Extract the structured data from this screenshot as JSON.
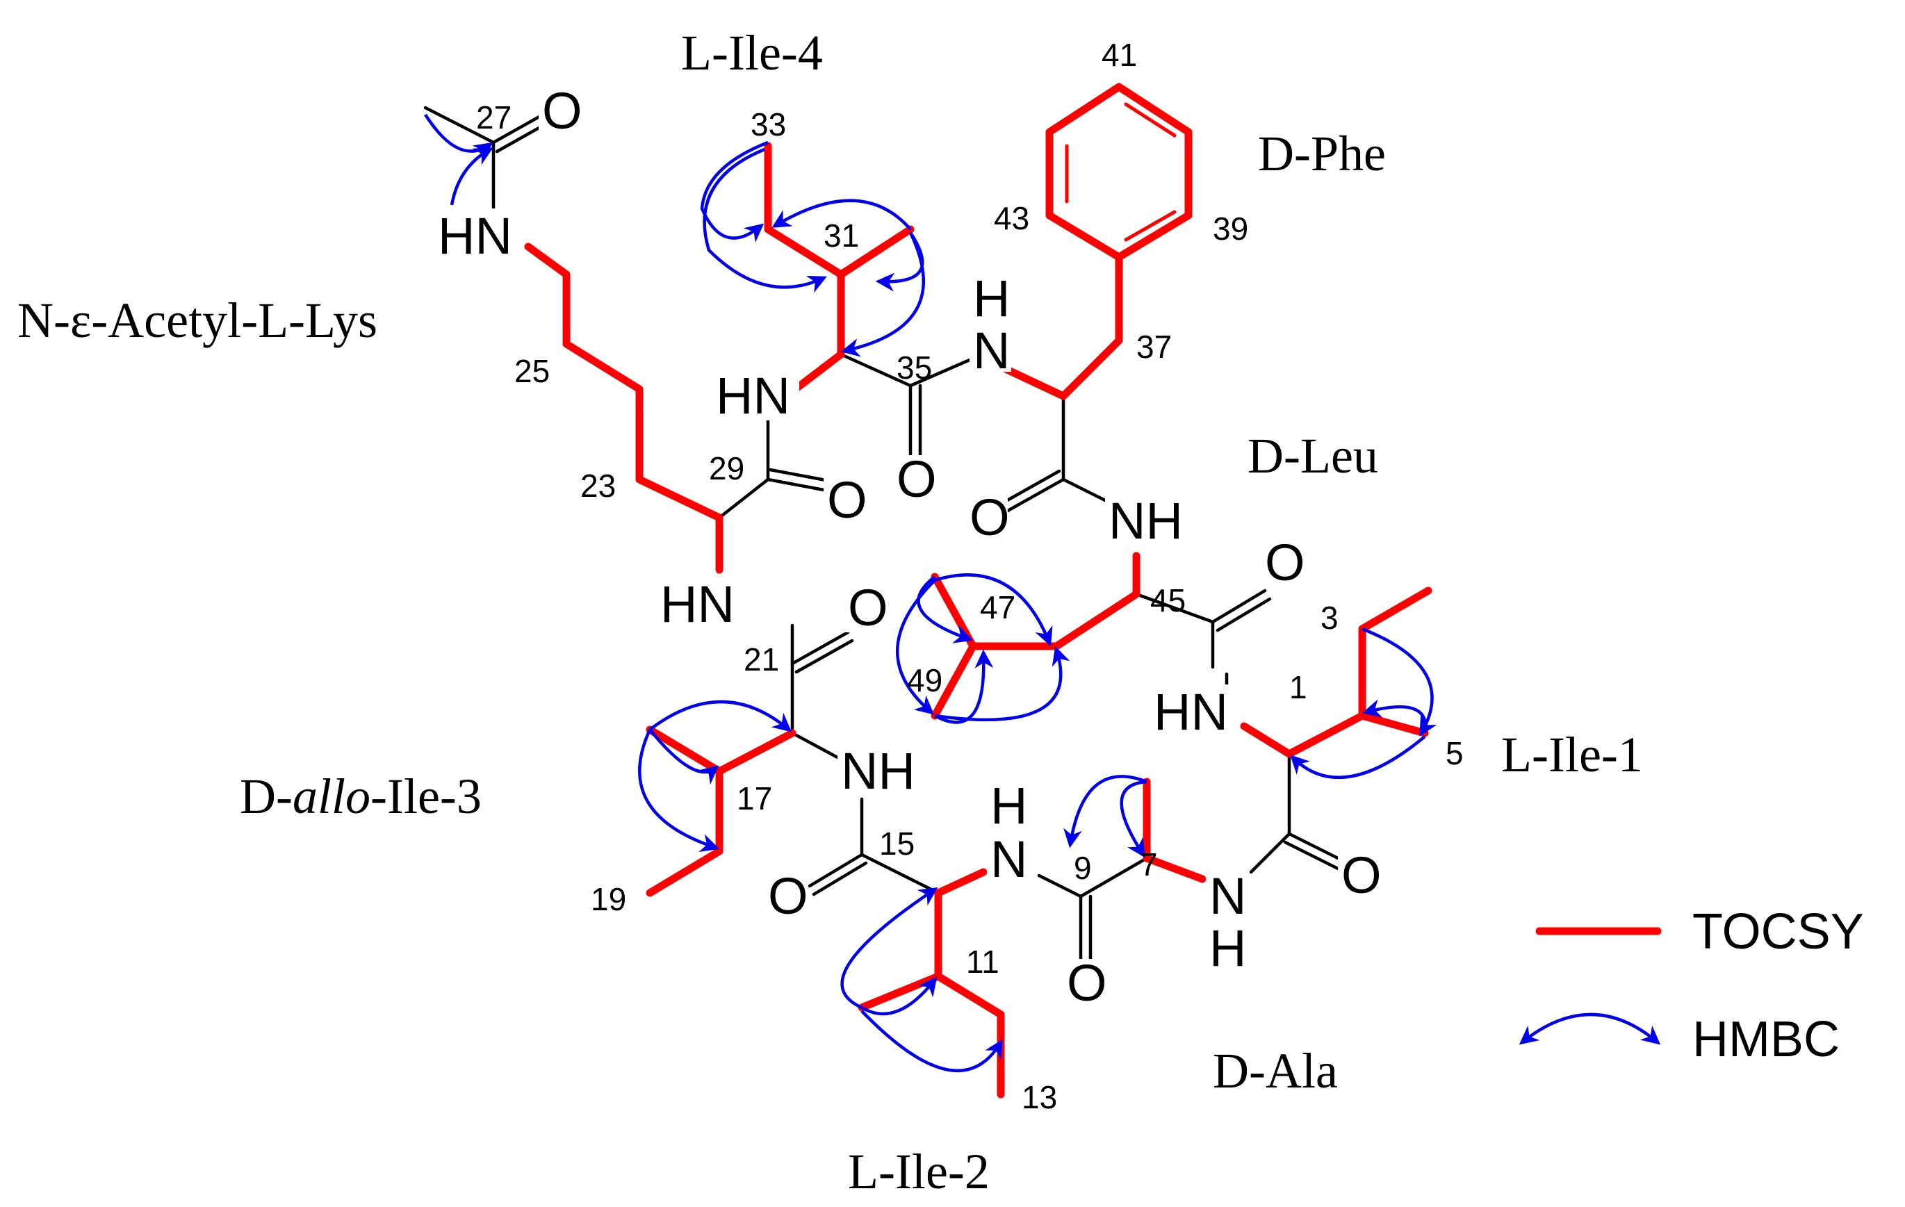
{
  "residues": {
    "ile4": "L-Ile-4",
    "phe": "D-Phe",
    "lys": "N-ε-Acetyl-L-Lys",
    "leu": "D-Leu",
    "ile1": "L-Ile-1",
    "alloile3_prefix": "D-",
    "alloile3_italic": "allo",
    "alloile3_suffix": "-Ile-3",
    "ala": "D-Ala",
    "ile2": "L-Ile-2"
  },
  "atoms": {
    "o_27": "O",
    "hn_lys": "HN",
    "hn_29": "HN",
    "o_29": "O",
    "h_phe": "H",
    "n_phe": "N",
    "o_35": "O",
    "o_leu": "O",
    "nh_leu": "NH",
    "o_45": "O",
    "hn_21": "HN",
    "o_21": "O",
    "nh_17": "NH",
    "hn_1": "HN",
    "h_15": "H",
    "n_15": "N",
    "o_15": "O",
    "o_9": "O",
    "n_7": "N",
    "h_7": "H",
    "o_1": "O"
  },
  "numbers": {
    "n1": "1",
    "n3": "3",
    "n5": "5",
    "n7": "7",
    "n9": "9",
    "n11": "11",
    "n13": "13",
    "n15": "15",
    "n17": "17",
    "n19": "19",
    "n21": "21",
    "n23": "23",
    "n25": "25",
    "n27": "27",
    "n29": "29",
    "n31": "31",
    "n33": "33",
    "n35": "35",
    "n37": "37",
    "n39": "39",
    "n41": "41",
    "n43": "43",
    "n45": "45",
    "n47": "47",
    "n49": "49"
  },
  "legend": {
    "tocsy": "TOCSY",
    "hmbc": "HMBC"
  },
  "colors": {
    "tocsy": "#ff0000",
    "hmbc": "#0000ee",
    "bond": "#000000"
  }
}
